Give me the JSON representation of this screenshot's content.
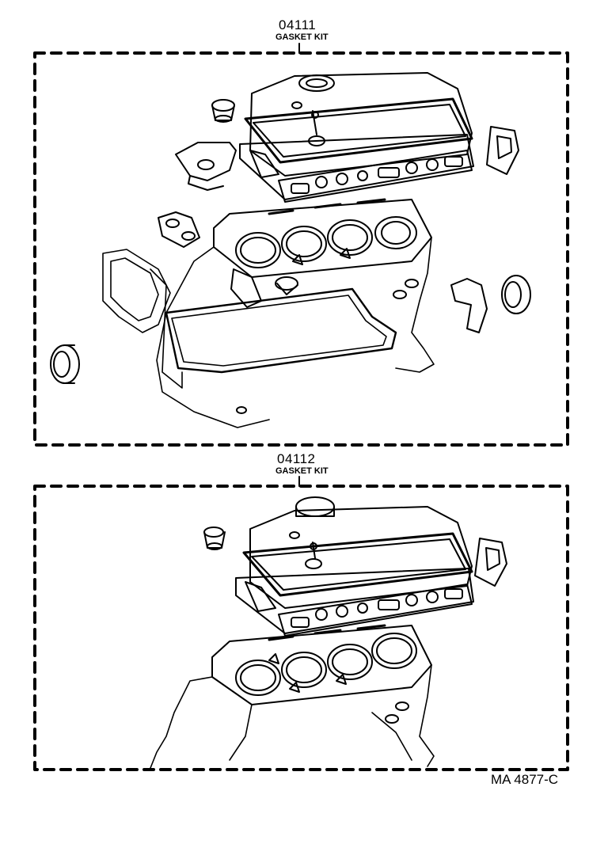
{
  "kits": [
    {
      "part_number": "04111",
      "name": "GASKET KIT"
    },
    {
      "part_number": "04112",
      "name": "GASKET KIT"
    }
  ],
  "reference": "MA 4877-C"
}
